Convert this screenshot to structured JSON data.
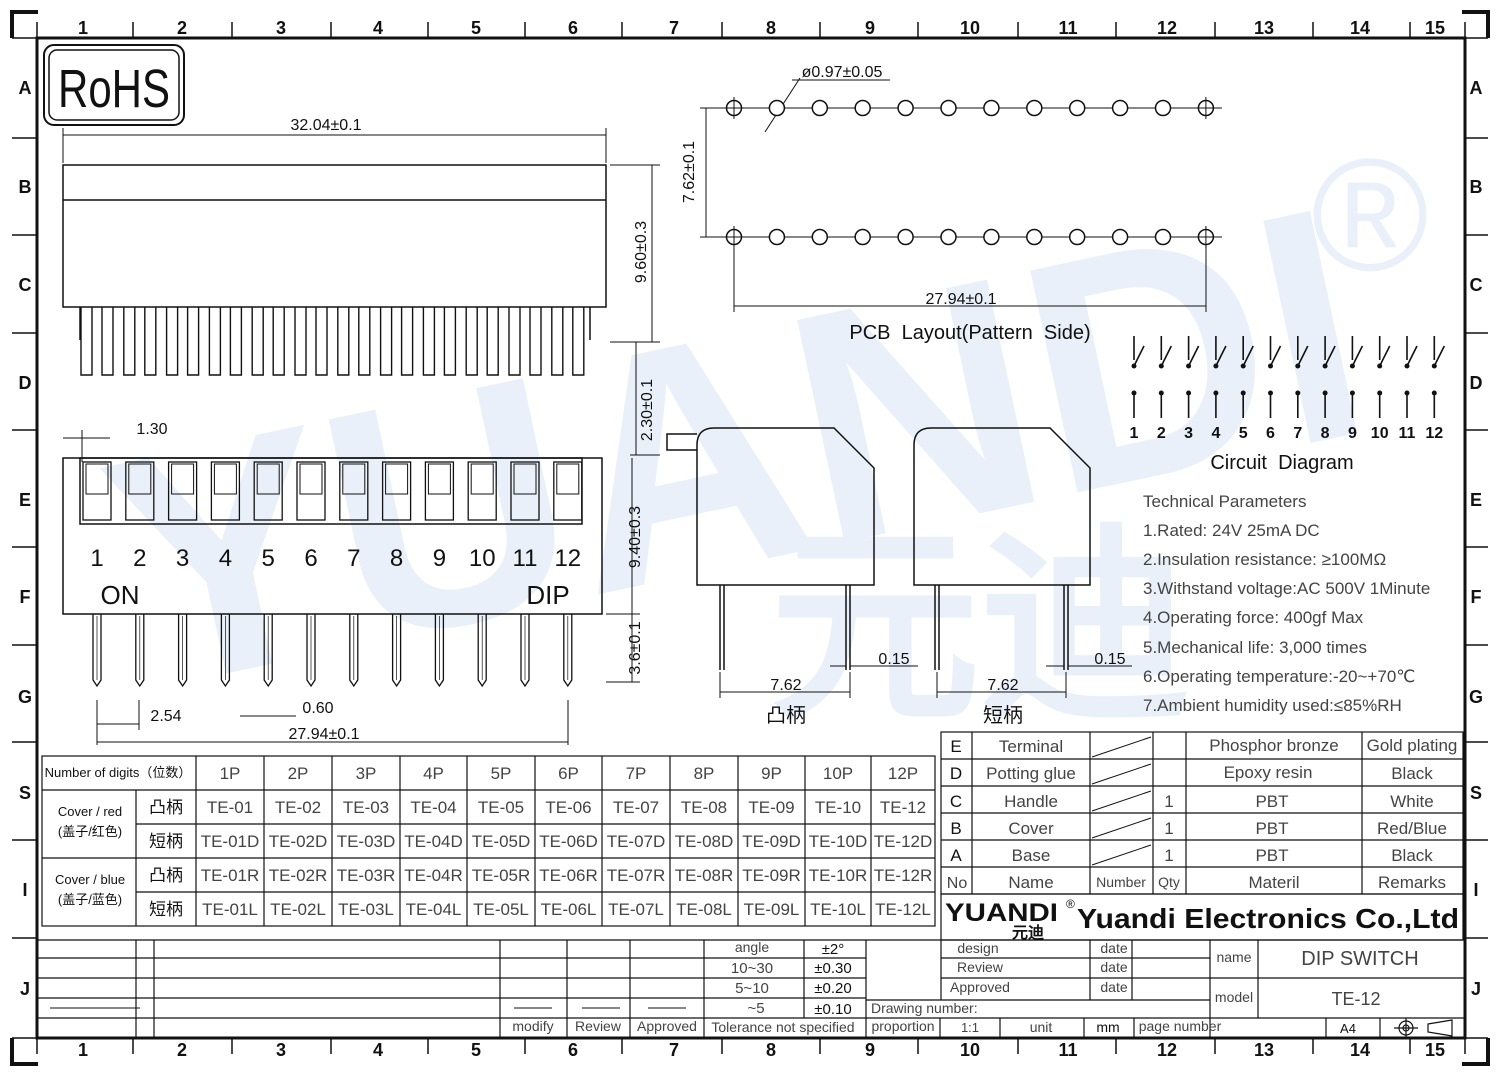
{
  "rohs": "RoHS",
  "frame": {
    "columns": [
      "1",
      "2",
      "3",
      "4",
      "5",
      "6",
      "7",
      "8",
      "9",
      "10",
      "11",
      "12",
      "13",
      "14",
      "15"
    ],
    "rows": [
      "A",
      "B",
      "C",
      "D",
      "E",
      "F",
      "G",
      "S",
      "I",
      "J"
    ]
  },
  "top_view": {
    "dims": {
      "overall_width": "32.04±0.1",
      "height": "9.60±0.3",
      "pin_offset": "2.30±0.1"
    }
  },
  "front_view": {
    "dims": {
      "pitch_start": "1.30",
      "body_height": "9.40±0.3",
      "pin_length": "3.6±0.1",
      "pitch": "2.54",
      "pin_width": "0.60",
      "pin_span": "27.94±0.1"
    },
    "numbers": [
      "1",
      "2",
      "3",
      "4",
      "5",
      "6",
      "7",
      "8",
      "9",
      "10",
      "11",
      "12"
    ],
    "on_label": "ON",
    "dip_label": "DIP"
  },
  "pcb_layout": {
    "hole_dia": "ø0.97±0.05",
    "row_spacing": "7.62±0.1",
    "span": "27.94±0.1",
    "title": "PCB  Layout(Pattern  Side)"
  },
  "circuit": {
    "numbers": [
      "1",
      "2",
      "3",
      "4",
      "5",
      "6",
      "7",
      "8",
      "9",
      "10",
      "11",
      "12"
    ],
    "title": "Circuit  Diagram"
  },
  "side_views": [
    {
      "width": "7.62",
      "pin": "0.15",
      "label": "凸柄"
    },
    {
      "width": "7.62",
      "pin": "0.15",
      "label": "短柄"
    }
  ],
  "tech_params": {
    "title": "Technical Parameters",
    "items": [
      "1.Rated: 24V 25mA  DC",
      "2.Insulation resistance: ≥100MΩ",
      "3.Withstand voltage:AC 500V 1Minute",
      "4.Operating force: 400gf Max",
      "5.Mechanical life: 3,000 times",
      "6.Operating temperature:-20~+70℃",
      "7.Ambient humidity used:≤85%RH"
    ]
  },
  "part_table": {
    "header_label": "Number of digits（位数）",
    "digits": [
      "1P",
      "2P",
      "3P",
      "4P",
      "5P",
      "6P",
      "7P",
      "8P",
      "9P",
      "10P",
      "12P"
    ],
    "groups": [
      {
        "label1": "Cover / red",
        "label2": "(盖子/红色)",
        "rows": [
          {
            "type": "凸柄",
            "codes": [
              "TE-01",
              "TE-02",
              "TE-03",
              "TE-04",
              "TE-05",
              "TE-06",
              "TE-07",
              "TE-08",
              "TE-09",
              "TE-10",
              "TE-12"
            ]
          },
          {
            "type": "短柄",
            "codes": [
              "TE-01D",
              "TE-02D",
              "TE-03D",
              "TE-04D",
              "TE-05D",
              "TE-06D",
              "TE-07D",
              "TE-08D",
              "TE-09D",
              "TE-10D",
              "TE-12D"
            ]
          }
        ]
      },
      {
        "label1": "Cover / blue",
        "label2": "(盖子/蓝色)",
        "rows": [
          {
            "type": "凸柄",
            "codes": [
              "TE-01R",
              "TE-02R",
              "TE-03R",
              "TE-04R",
              "TE-05R",
              "TE-06R",
              "TE-07R",
              "TE-08R",
              "TE-09R",
              "TE-10R",
              "TE-12R"
            ]
          },
          {
            "type": "短柄",
            "codes": [
              "TE-01L",
              "TE-02L",
              "TE-03L",
              "TE-04L",
              "TE-05L",
              "TE-06L",
              "TE-07L",
              "TE-08L",
              "TE-09L",
              "TE-10L",
              "TE-12L"
            ]
          }
        ]
      }
    ]
  },
  "bom": {
    "rows": [
      {
        "no": "E",
        "name": "Terminal",
        "qty": "",
        "material": "Phosphor bronze",
        "remarks": "Gold plating"
      },
      {
        "no": "D",
        "name": "Potting glue",
        "qty": "",
        "material": "Epoxy resin",
        "remarks": "Black"
      },
      {
        "no": "C",
        "name": "Handle",
        "qty": "1",
        "material": "PBT",
        "remarks": "White"
      },
      {
        "no": "B",
        "name": "Cover",
        "qty": "1",
        "material": "PBT",
        "remarks": "Red/Blue"
      },
      {
        "no": "A",
        "name": "Base",
        "qty": "1",
        "material": "PBT",
        "remarks": "Black"
      }
    ],
    "header": {
      "no": "No",
      "name": "Name",
      "number": "Number",
      "qty": "Qty",
      "material": "Materil",
      "remarks": "Remarks"
    }
  },
  "company": {
    "logo_en": "YUANDI",
    "logo_cn": "元迪",
    "reg": "®",
    "name": "Yuandi Electronics Co.,Ltd"
  },
  "tolerance": {
    "angle_label": "angle",
    "angle_val": "±2°",
    "rows": [
      [
        "10~30",
        "±0.30"
      ],
      [
        "5~10",
        "±0.20"
      ],
      [
        "~5",
        "±0.10"
      ]
    ],
    "caption": "Tolerance not specified"
  },
  "revision": {
    "modify": "modify",
    "review": "Review",
    "approved": "Approved"
  },
  "approval": {
    "design": "design",
    "review": "Review",
    "approved": "Approved",
    "date": "date"
  },
  "title_block": {
    "name_label": "name",
    "name": "DIP SWITCH",
    "model_label": "model",
    "model": "TE-12",
    "drawing_number": "Drawing number:",
    "proportion": "proportion",
    "scale": "1:1",
    "unit": "unit",
    "unit_val": "mm",
    "page_number": "page number",
    "size": "A4"
  },
  "watermark": {
    "text": "YUANDI",
    "cn": "元迪",
    "reg": "®"
  }
}
